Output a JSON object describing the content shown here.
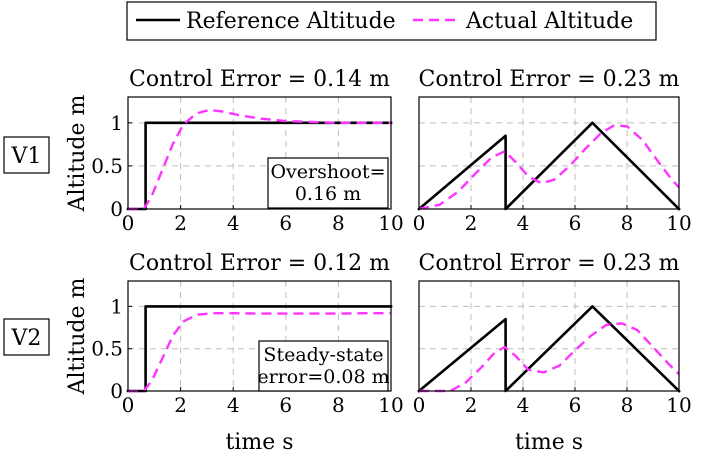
{
  "legend": {
    "reference_label": "Reference Altitude",
    "actual_label": "Actual Altitude"
  },
  "rows": [
    {
      "label": "V1"
    },
    {
      "label": "V2"
    }
  ],
  "colors": {
    "reference": "#000000",
    "actual": "#ff33ff",
    "grid": "#bfbfbf"
  },
  "chart_data": [
    {
      "type": "line",
      "title": "Control Error = 0.14 m",
      "ylabel": "Altitude m",
      "xlabel": "",
      "xlim": [
        0,
        10
      ],
      "ylim": [
        0,
        1.3
      ],
      "xticks": [
        "0",
        "2",
        "4",
        "6",
        "8",
        "10"
      ],
      "yticks": [
        "0",
        "0.5",
        "1"
      ],
      "grid": true,
      "annotation": [
        "Overshoot=",
        "0.16 m"
      ],
      "series": [
        {
          "name": "Reference Altitude",
          "x": [
            0,
            0.67,
            0.67,
            10
          ],
          "y": [
            0,
            0,
            1,
            1
          ]
        },
        {
          "name": "Actual Altitude",
          "x": [
            0,
            0.6,
            0.9,
            1.3,
            1.7,
            2.1,
            2.6,
            3.1,
            3.6,
            4.2,
            5,
            6,
            7,
            8,
            9,
            10
          ],
          "y": [
            0,
            0,
            0.15,
            0.45,
            0.75,
            0.98,
            1.11,
            1.15,
            1.13,
            1.09,
            1.05,
            1.02,
            1.01,
            1.0,
            1.0,
            1.0
          ]
        }
      ]
    },
    {
      "type": "line",
      "title": "Control Error = 0.23 m",
      "ylabel": "",
      "xlabel": "",
      "xlim": [
        0,
        10
      ],
      "ylim": [
        0,
        1.3
      ],
      "xticks": [
        "0",
        "2",
        "4",
        "6",
        "8",
        "10"
      ],
      "yticks": [],
      "grid": true,
      "series": [
        {
          "name": "Reference Altitude",
          "x": [
            0,
            3.33,
            3.33,
            6.67,
            10
          ],
          "y": [
            0,
            0.85,
            0,
            1,
            0
          ]
        },
        {
          "name": "Actual Altitude",
          "x": [
            0,
            0.8,
            1.5,
            2.2,
            2.8,
            3.3,
            3.7,
            4.2,
            4.7,
            5.2,
            5.8,
            6.4,
            7.0,
            7.5,
            8.0,
            8.6,
            9.2,
            9.7,
            10
          ],
          "y": [
            0,
            0.05,
            0.2,
            0.42,
            0.6,
            0.67,
            0.55,
            0.38,
            0.3,
            0.34,
            0.5,
            0.7,
            0.88,
            0.97,
            0.96,
            0.8,
            0.55,
            0.35,
            0.25
          ]
        }
      ]
    },
    {
      "type": "line",
      "title": "Control Error = 0.12 m",
      "ylabel": "Altitude m",
      "xlabel": "time s",
      "xlim": [
        0,
        10
      ],
      "ylim": [
        0,
        1.3
      ],
      "xticks": [
        "0",
        "2",
        "4",
        "6",
        "8",
        "10"
      ],
      "yticks": [
        "0",
        "0.5",
        "1"
      ],
      "grid": true,
      "annotation": [
        "Steady-state",
        "error=0.08 m"
      ],
      "series": [
        {
          "name": "Reference Altitude",
          "x": [
            0,
            0.67,
            0.67,
            10
          ],
          "y": [
            0,
            0,
            1,
            1
          ]
        },
        {
          "name": "Actual Altitude",
          "x": [
            0,
            0.6,
            0.9,
            1.3,
            1.7,
            2.1,
            2.6,
            3.2,
            4,
            5,
            6,
            7,
            8,
            9,
            10
          ],
          "y": [
            0,
            0,
            0.12,
            0.38,
            0.65,
            0.82,
            0.9,
            0.92,
            0.92,
            0.915,
            0.915,
            0.915,
            0.915,
            0.92,
            0.92
          ]
        }
      ]
    },
    {
      "type": "line",
      "title": "Control Error = 0.23 m",
      "ylabel": "",
      "xlabel": "time s",
      "xlim": [
        0,
        10
      ],
      "ylim": [
        0,
        1.3
      ],
      "xticks": [
        "0",
        "2",
        "4",
        "6",
        "8",
        "10"
      ],
      "yticks": [],
      "grid": true,
      "series": [
        {
          "name": "Reference Altitude",
          "x": [
            0,
            3.33,
            3.33,
            6.67,
            10
          ],
          "y": [
            0,
            0.85,
            0,
            1,
            0
          ]
        },
        {
          "name": "Actual Altitude",
          "x": [
            0,
            1.2,
            1.8,
            2.4,
            2.9,
            3.3,
            3.7,
            4.2,
            4.8,
            5.4,
            6.0,
            6.6,
            7.2,
            7.8,
            8.4,
            9.0,
            9.6,
            10
          ],
          "y": [
            0,
            0,
            0.1,
            0.28,
            0.45,
            0.52,
            0.42,
            0.25,
            0.22,
            0.3,
            0.48,
            0.65,
            0.78,
            0.8,
            0.72,
            0.52,
            0.32,
            0.2
          ]
        }
      ]
    }
  ]
}
